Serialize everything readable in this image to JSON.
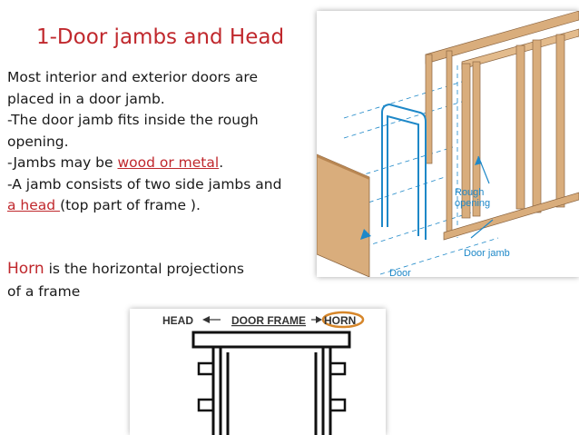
{
  "slide": {
    "title": "1-Door jambs and Head",
    "paragraph": {
      "line1": "Most interior and exterior doors are",
      "line2": "placed in a door jamb.",
      "line3": "-The door jamb fits inside the rough",
      "line4": "opening.",
      "line5_prefix": "-Jambs may be ",
      "line5_link": "wood or metal",
      "line5_suffix": ".",
      "line6": "-A jamb consists of two side jambs and",
      "line7_link": "a head ",
      "line7_suffix": "(top part of frame )."
    },
    "horn": {
      "term": "Horn",
      "definition_line1": " is the horizontal projections",
      "definition_line2": "of a frame"
    }
  },
  "figure_framing": {
    "label_rough_opening_1": "Rough",
    "label_rough_opening_2": "opening",
    "label_door_jamb": "Door jamb",
    "label_door_partial": "Door"
  },
  "figure_frame": {
    "label_head": "HEAD",
    "label_door_frame": "DOOR FRAME",
    "label_horn": "HORN"
  },
  "colors": {
    "accent_red": "#c0282d",
    "callout_blue": "#1e88c8",
    "wood": "#d9ad7c",
    "wood_dark": "#b88652",
    "horn_outline": "#d6862a"
  }
}
